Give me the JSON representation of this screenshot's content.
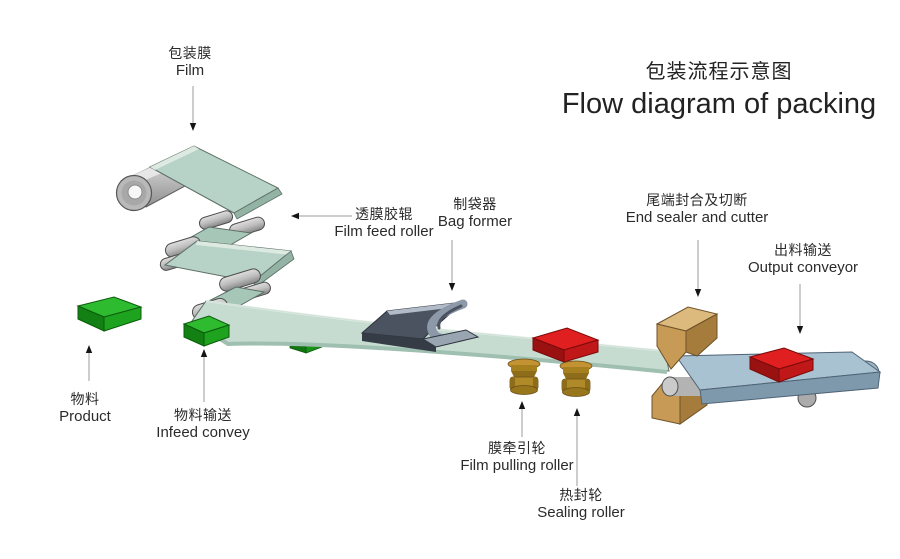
{
  "title": {
    "zh": "包装流程示意图",
    "en": "Flow diagram of packing"
  },
  "labels": {
    "film": {
      "zh": "包装膜",
      "en": "Film"
    },
    "film_feed_roller": {
      "zh": "透膜胶辊",
      "en": "Film feed roller"
    },
    "bag_former": {
      "zh": "制袋器",
      "en": "Bag former"
    },
    "end_sealer": {
      "zh": "尾端封合及切断",
      "en": "End sealer and cutter"
    },
    "output_conveyor": {
      "zh": "出料输送",
      "en": "Output conveyor"
    },
    "product": {
      "zh": "物料",
      "en": "Product"
    },
    "infeed_convey": {
      "zh": "物料输送",
      "en": "Infeed convey"
    },
    "film_pulling_roller": {
      "zh": "膜牵引轮",
      "en": "Film pulling roller"
    },
    "sealing_roller": {
      "zh": "热封轮",
      "en": "Sealing roller"
    }
  },
  "colors": {
    "film": "#c6dcd1",
    "film_top": "#b7d2c6",
    "roller": "#c6c6c6",
    "product_green": "#2fbb2f",
    "packed_red": "#e02020",
    "pulling_roller_brass": "#b08a28",
    "sealer_jaw_tan": "#c79a56",
    "conveyor_belt_blue": "#a9c2d1",
    "text": "#2b2b2b"
  }
}
